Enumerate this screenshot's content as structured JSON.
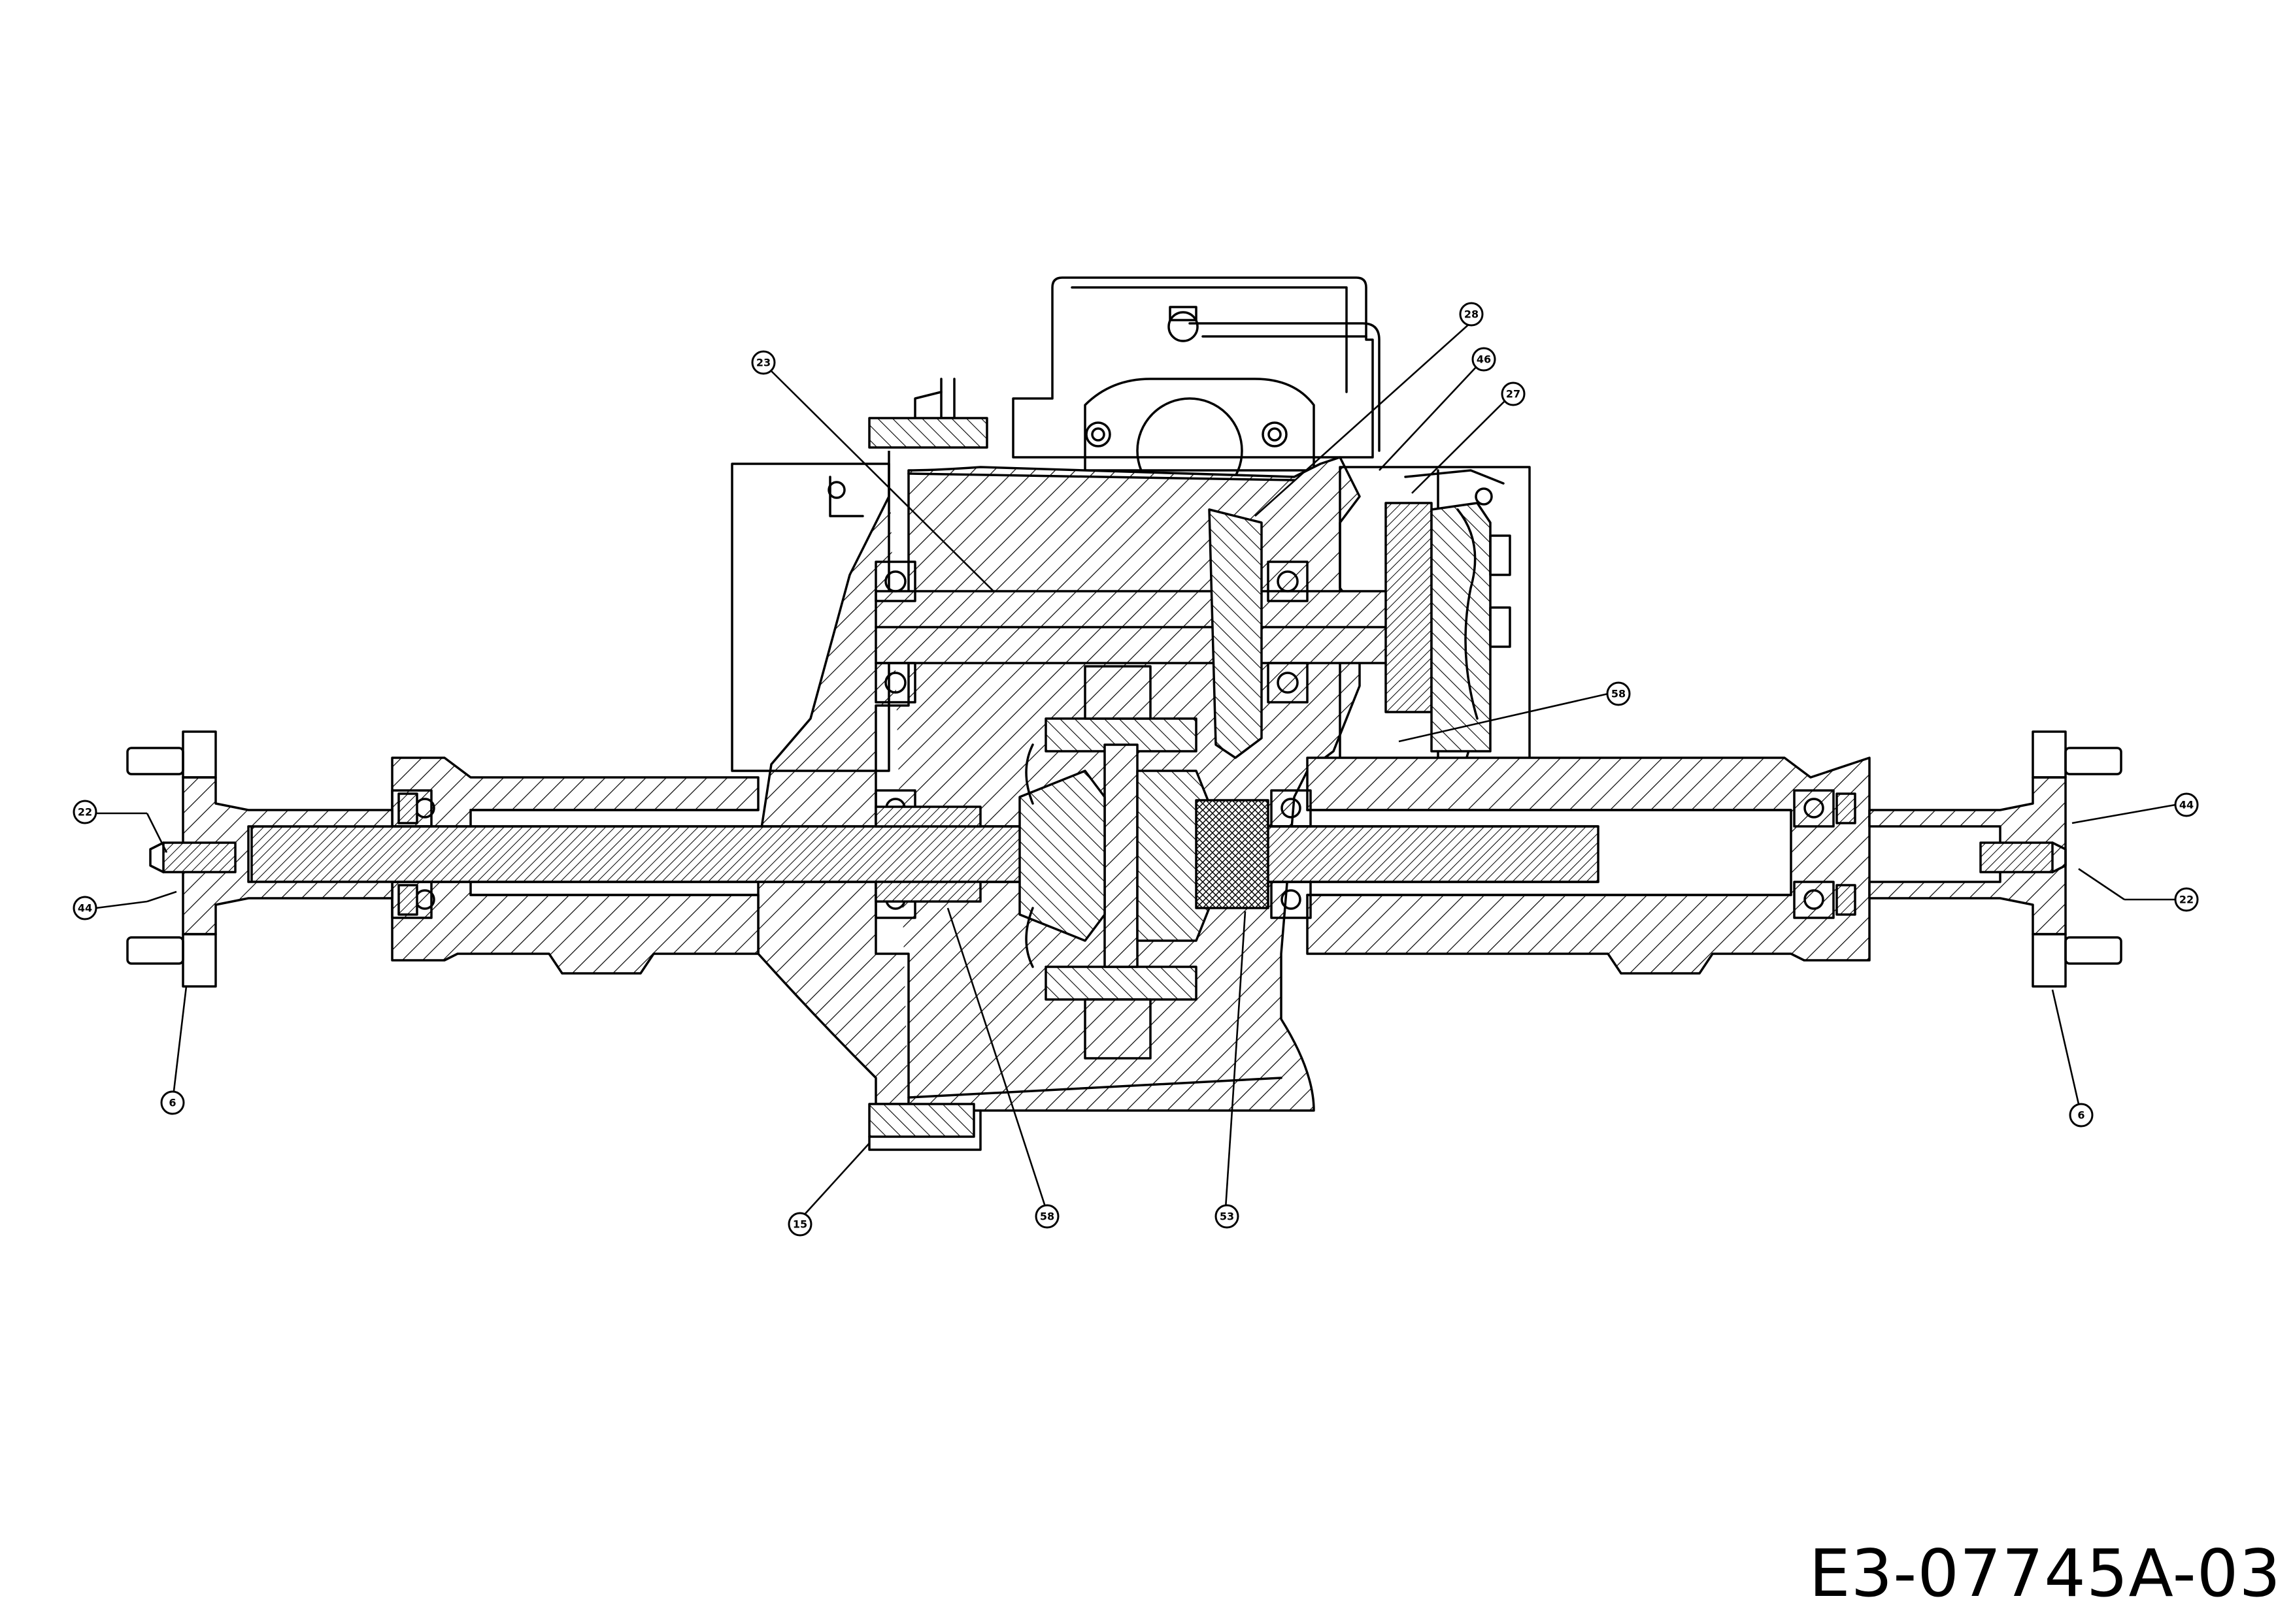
{
  "drawing_code": "E3-07745A-03",
  "callouts": [
    {
      "id": "c23",
      "label": "23"
    },
    {
      "id": "c28",
      "label": "28"
    },
    {
      "id": "c46",
      "label": "46"
    },
    {
      "id": "c27",
      "label": "27"
    },
    {
      "id": "c58a",
      "label": "58"
    },
    {
      "id": "c22L",
      "label": "22"
    },
    {
      "id": "c44L",
      "label": "44"
    },
    {
      "id": "c6L",
      "label": "6"
    },
    {
      "id": "c44R",
      "label": "44"
    },
    {
      "id": "c22R",
      "label": "22"
    },
    {
      "id": "c6R",
      "label": "6"
    },
    {
      "id": "c15",
      "label": "15"
    },
    {
      "id": "c58b",
      "label": "58"
    },
    {
      "id": "c53",
      "label": "53"
    }
  ]
}
